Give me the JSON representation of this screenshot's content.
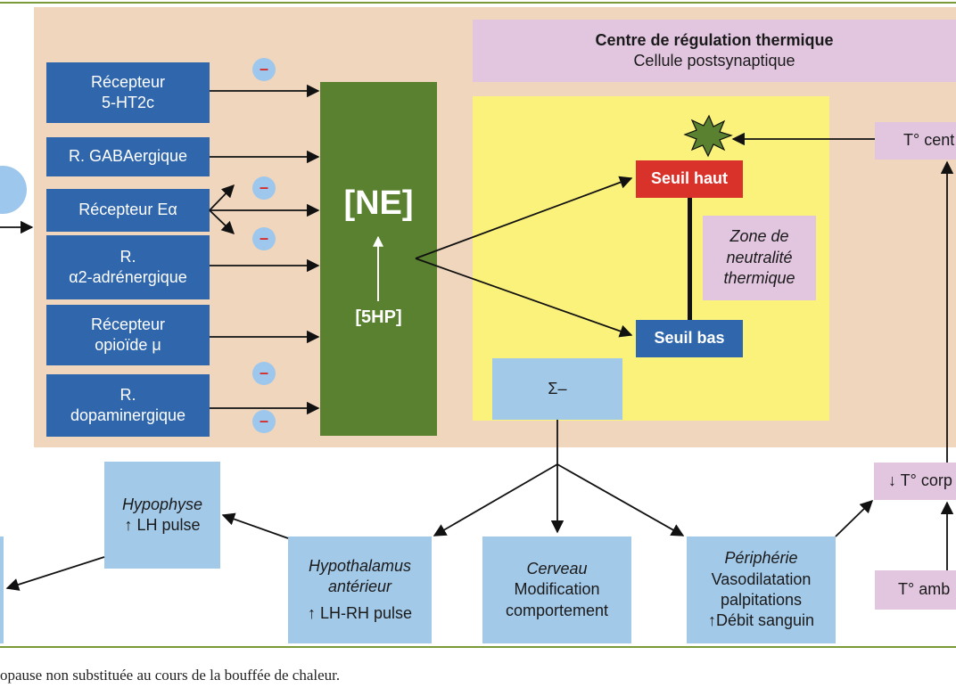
{
  "center": {
    "title": "Centre de régulation thermique",
    "subtitle": "Cellule postsynaptique"
  },
  "receptors": [
    {
      "line1": "Récepteur",
      "line2": "5-HT2c"
    },
    {
      "line1": "R. GABAergique",
      "line2": ""
    },
    {
      "line1": "Récepteur Eα",
      "line2": ""
    },
    {
      "line1": "R.",
      "line2": "α2-adrénergique"
    },
    {
      "line1": "Récepteur",
      "line2": "opioïde μ"
    },
    {
      "line1": "R.",
      "line2": "dopaminergique"
    }
  ],
  "minus_sign": "–",
  "ne": {
    "label": "[NE]",
    "sub": "[5HP]"
  },
  "seuil_haut": "Seuil haut",
  "seuil_bas": "Seuil bas",
  "zone": {
    "l1": "Zone de",
    "l2": "neutralité",
    "l3": "thermique"
  },
  "sigma": "Σ–",
  "t_central": "T° cent",
  "t_corp": "↓ T° corp",
  "t_amb": "T° amb",
  "hypophyse": {
    "title": "Hypophyse",
    "text": "↑ LH pulse"
  },
  "hypothalamus": {
    "l1": "Hypothalamus",
    "l2": "antérieur",
    "l3": "↑ LH-RH pulse"
  },
  "cerveau": {
    "l1": "Cerveau",
    "l2": "Modification",
    "l3": "comportement"
  },
  "peripherie": {
    "l1": "Périphérie",
    "l2": "Vasodilatation",
    "l3": "palpitations",
    "l4": "↑Débit sanguin"
  },
  "caption": "opause non substituée au cours de la bouffée de chaleur.",
  "colors": {
    "panel": "#efd6bd",
    "blue": "#2f66ac",
    "light_blue": "#a3c9e9",
    "green": "#59812f",
    "yellow": "#fbf27c",
    "red": "#d8322a",
    "pink": "#e2c6e0"
  }
}
